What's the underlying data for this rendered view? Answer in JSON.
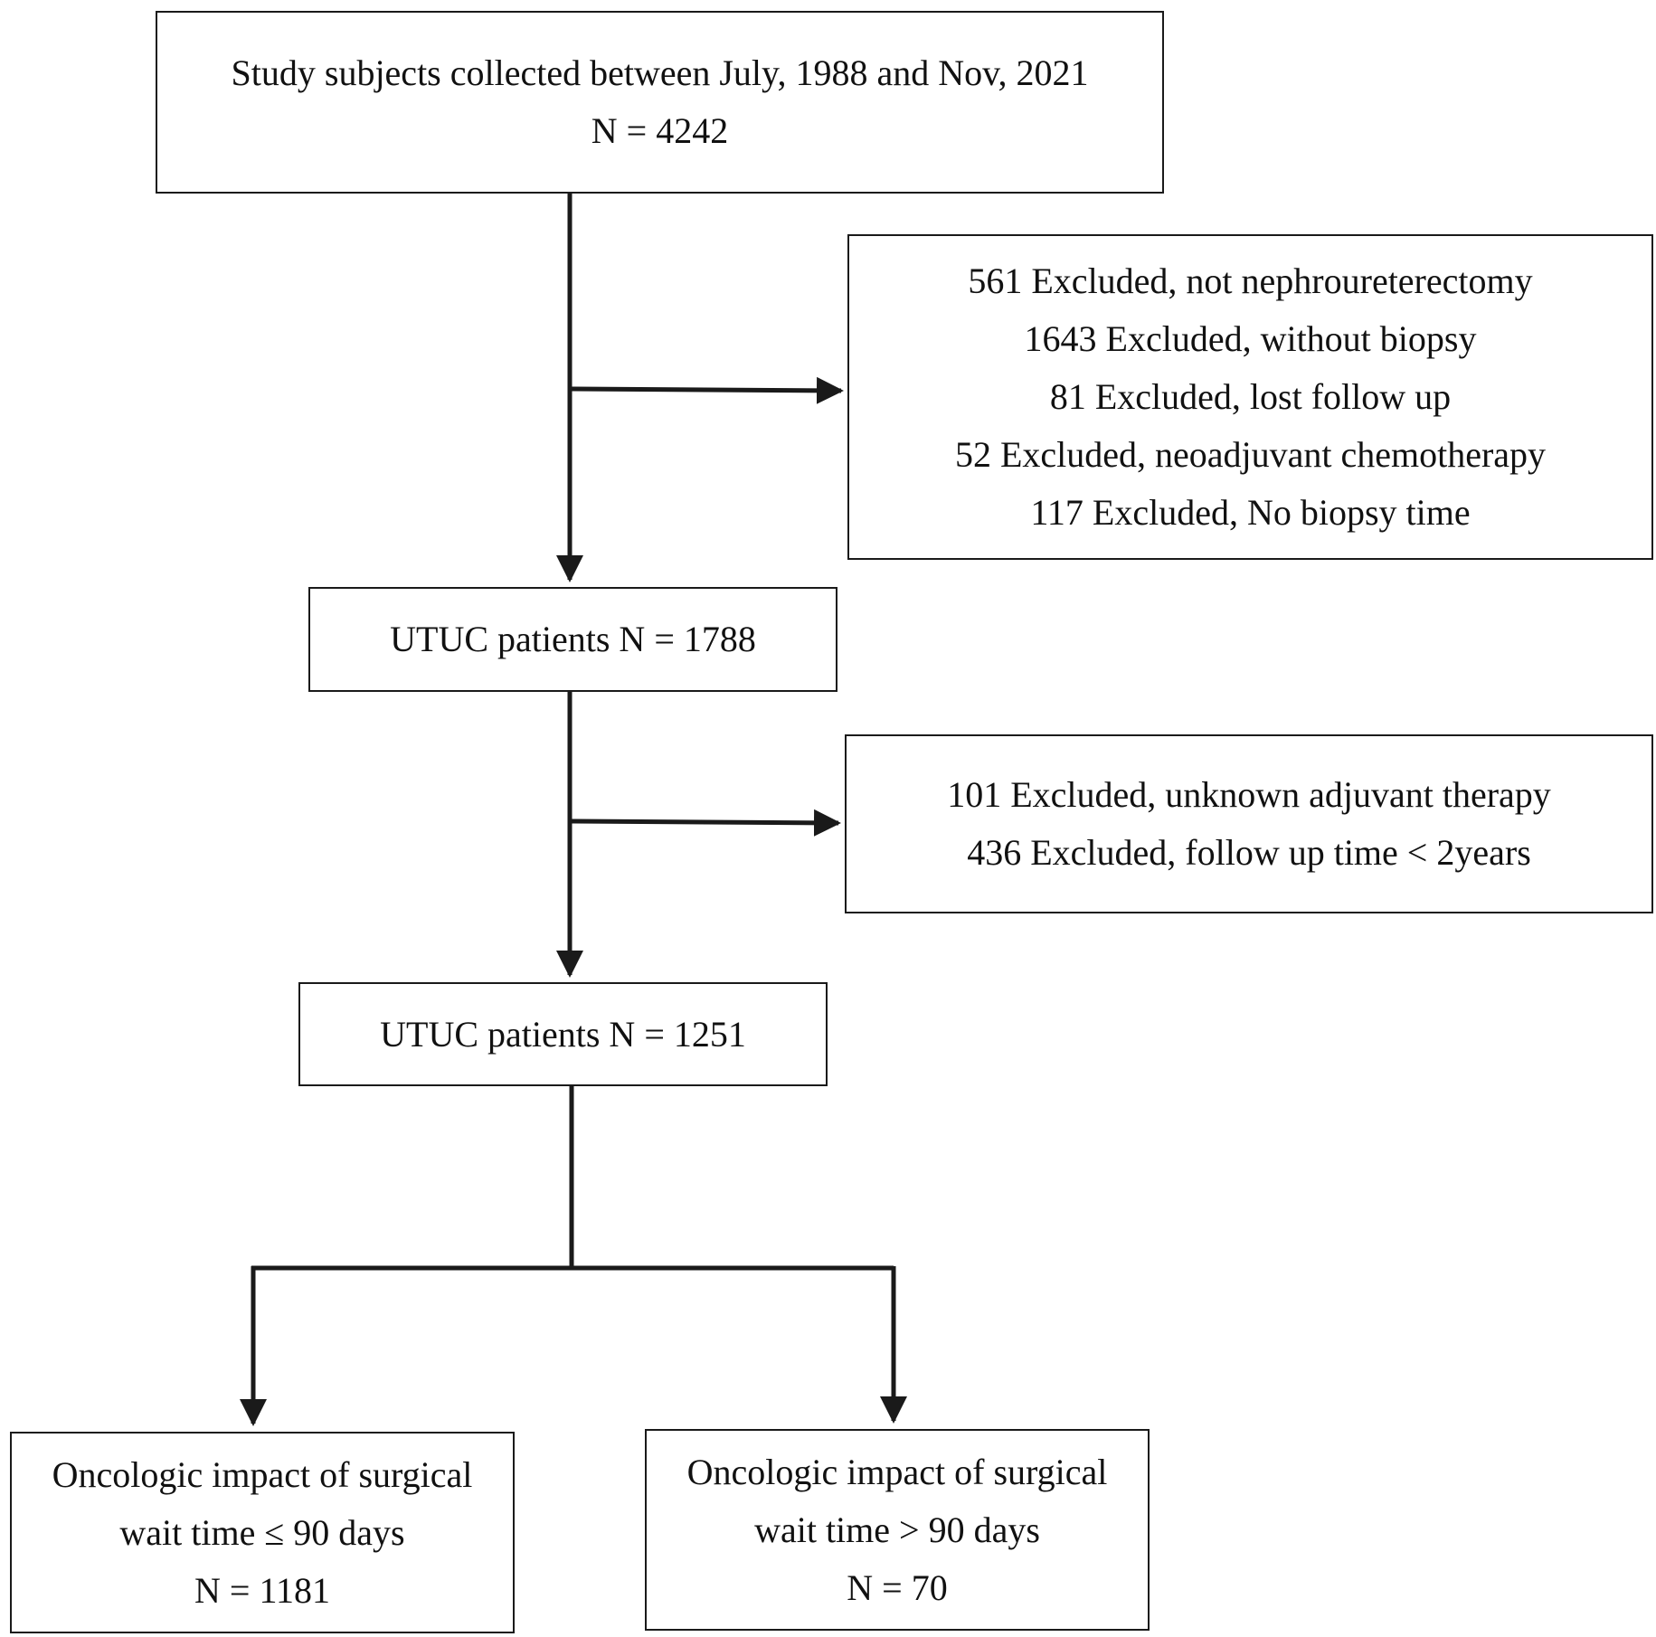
{
  "flowchart": {
    "start": {
      "line1": "Study subjects collected between July, 1988 and Nov, 2021",
      "line2": "N = 4242"
    },
    "exclusion1": {
      "items": [
        "561 Excluded, not nephroureterectomy",
        "1643 Excluded, without biopsy",
        "81 Excluded, lost follow up",
        "52 Excluded, neoadjuvant chemotherapy",
        "117 Excluded, No biopsy time"
      ]
    },
    "cohort1": {
      "label": "UTUC patients N = 1788"
    },
    "exclusion2": {
      "items": [
        "101 Excluded, unknown adjuvant therapy",
        "436 Excluded, follow up time < 2years"
      ]
    },
    "cohort2": {
      "label": "UTUC patients N = 1251"
    },
    "group_short": {
      "line1": "Oncologic impact of surgical",
      "line2": "wait time ≤ 90 days",
      "line3": "N = 1181"
    },
    "group_long": {
      "line1": "Oncologic impact of surgical",
      "line2": "wait time > 90 days",
      "line3": "N = 70"
    }
  },
  "colors": {
    "stroke": "#1a1a1a",
    "background": "#ffffff"
  }
}
